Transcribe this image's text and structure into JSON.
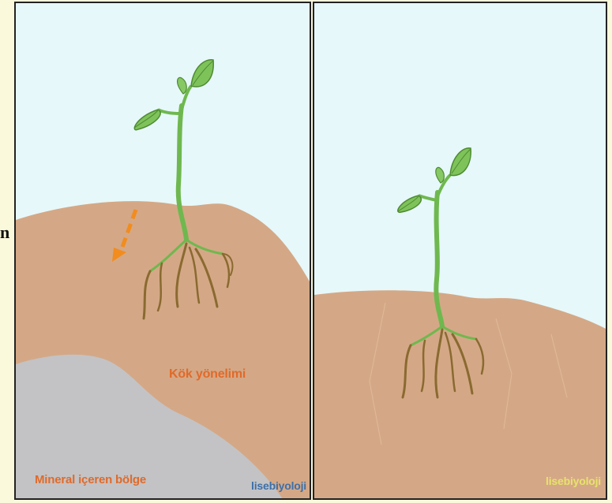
{
  "edge_letter": "n",
  "left_panel": {
    "label_root_direction": "Kök yönelimi",
    "label_mineral_zone": "Mineral içeren bölge",
    "watermark": "lisebiyoloji"
  },
  "right_panel": {
    "watermark": "lisebiyoloji"
  },
  "colors": {
    "sky": "#e6f8fa",
    "soil": "#d4a886",
    "mineral": "#c3c3c5",
    "stem": "#6fb84f",
    "leaf": "#7ec35a",
    "root": "#8a6a30",
    "arrow": "#f28c1e",
    "label_orange": "#e06a2a",
    "watermark_blue": "#3d6fa8",
    "watermark_yellow": "#e8e36a"
  }
}
